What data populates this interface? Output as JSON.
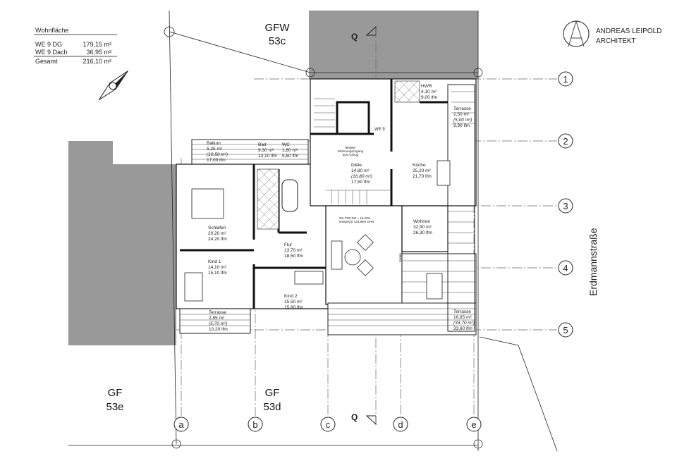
{
  "area_table": {
    "title": "Wohnfläche",
    "rows": [
      {
        "label": "WE 9 DG",
        "value": "179,15 m²"
      },
      {
        "label": "WE 9 Dach",
        "value": "36,95 m²"
      },
      {
        "label": "Gesamt",
        "value": "216,10 m²"
      }
    ]
  },
  "architect": {
    "line1": "ANDREAS LEIPOLD",
    "line2": "ARCHITEKT",
    "logo_letter": "A"
  },
  "neighbors": {
    "gfw": {
      "line1": "GFW",
      "line2": "53c"
    },
    "gf_e": {
      "line1": "GF",
      "line2": "53e"
    },
    "gf_d": {
      "line1": "GF",
      "line2": "53d"
    }
  },
  "street": "Erdmannstraße",
  "section_marker": "Q",
  "axes_rows": [
    "1",
    "2",
    "3",
    "4",
    "5"
  ],
  "axes_cols": [
    "a",
    "b",
    "c",
    "d",
    "e"
  ],
  "unit_label": "WE 9",
  "notes": {
    "lift": "direkter",
    "lift2": "Wohnungszugang",
    "lift3": "aus Aufzug",
    "level": "OK FFB DG = 16,20m",
    "level2": "entspricht 134,99m DHN",
    "kamin": "Kamin"
  },
  "rooms": {
    "balkon": {
      "name": "Balkon",
      "a": "5,25 m²",
      "b": "(10,50 m²)",
      "c": "17,00 lfm"
    },
    "bad": {
      "name": "Bad",
      "a": "9,30 m²",
      "c": "13,10 lfm"
    },
    "wc": {
      "name": "WC",
      "a": "1,80 m²",
      "c": "5,60 lfm"
    },
    "schlafen": {
      "name": "Schlafen",
      "a": "20,20 m²",
      "c": "24,20 lfm"
    },
    "kind1": {
      "name": "Kind 1",
      "a": "14,10 m²",
      "c": "15,10 lfm"
    },
    "flur": {
      "name": "Flur",
      "a": "13,70 m²",
      "c": "18,50 lfm"
    },
    "kind2": {
      "name": "Kind 2",
      "a": "15,50 m²",
      "c": "15,80 lfm"
    },
    "terrasse_sw": {
      "name": "Terrasse",
      "a": "2,85 m²",
      "b": "(5,70 m²)",
      "c": "10,20 lfm"
    },
    "diele": {
      "name": "Diele",
      "a": "14,80 m²",
      "b": "(16,80 m²)",
      "c": "17,50 lfm"
    },
    "kueche": {
      "name": "Küche",
      "a": "25,20 m²",
      "c": "21,70 lfm"
    },
    "hwr": {
      "name": "HWR",
      "a": "4,10 m²",
      "c": "9,00 lfm"
    },
    "terrasse_ne": {
      "name": "Terrasse",
      "a": "2,50 m²",
      "b": "(5,00 m²)",
      "c": "9,90 lfm"
    },
    "wohnen": {
      "name": "Wohnen",
      "a": "32,90 m²",
      "c": "26,30 lfm"
    },
    "terrasse_se": {
      "name": "Terrasse",
      "a": "16,85 m²",
      "b": "(33,70 m²)",
      "c": "33,60 lfm"
    }
  }
}
